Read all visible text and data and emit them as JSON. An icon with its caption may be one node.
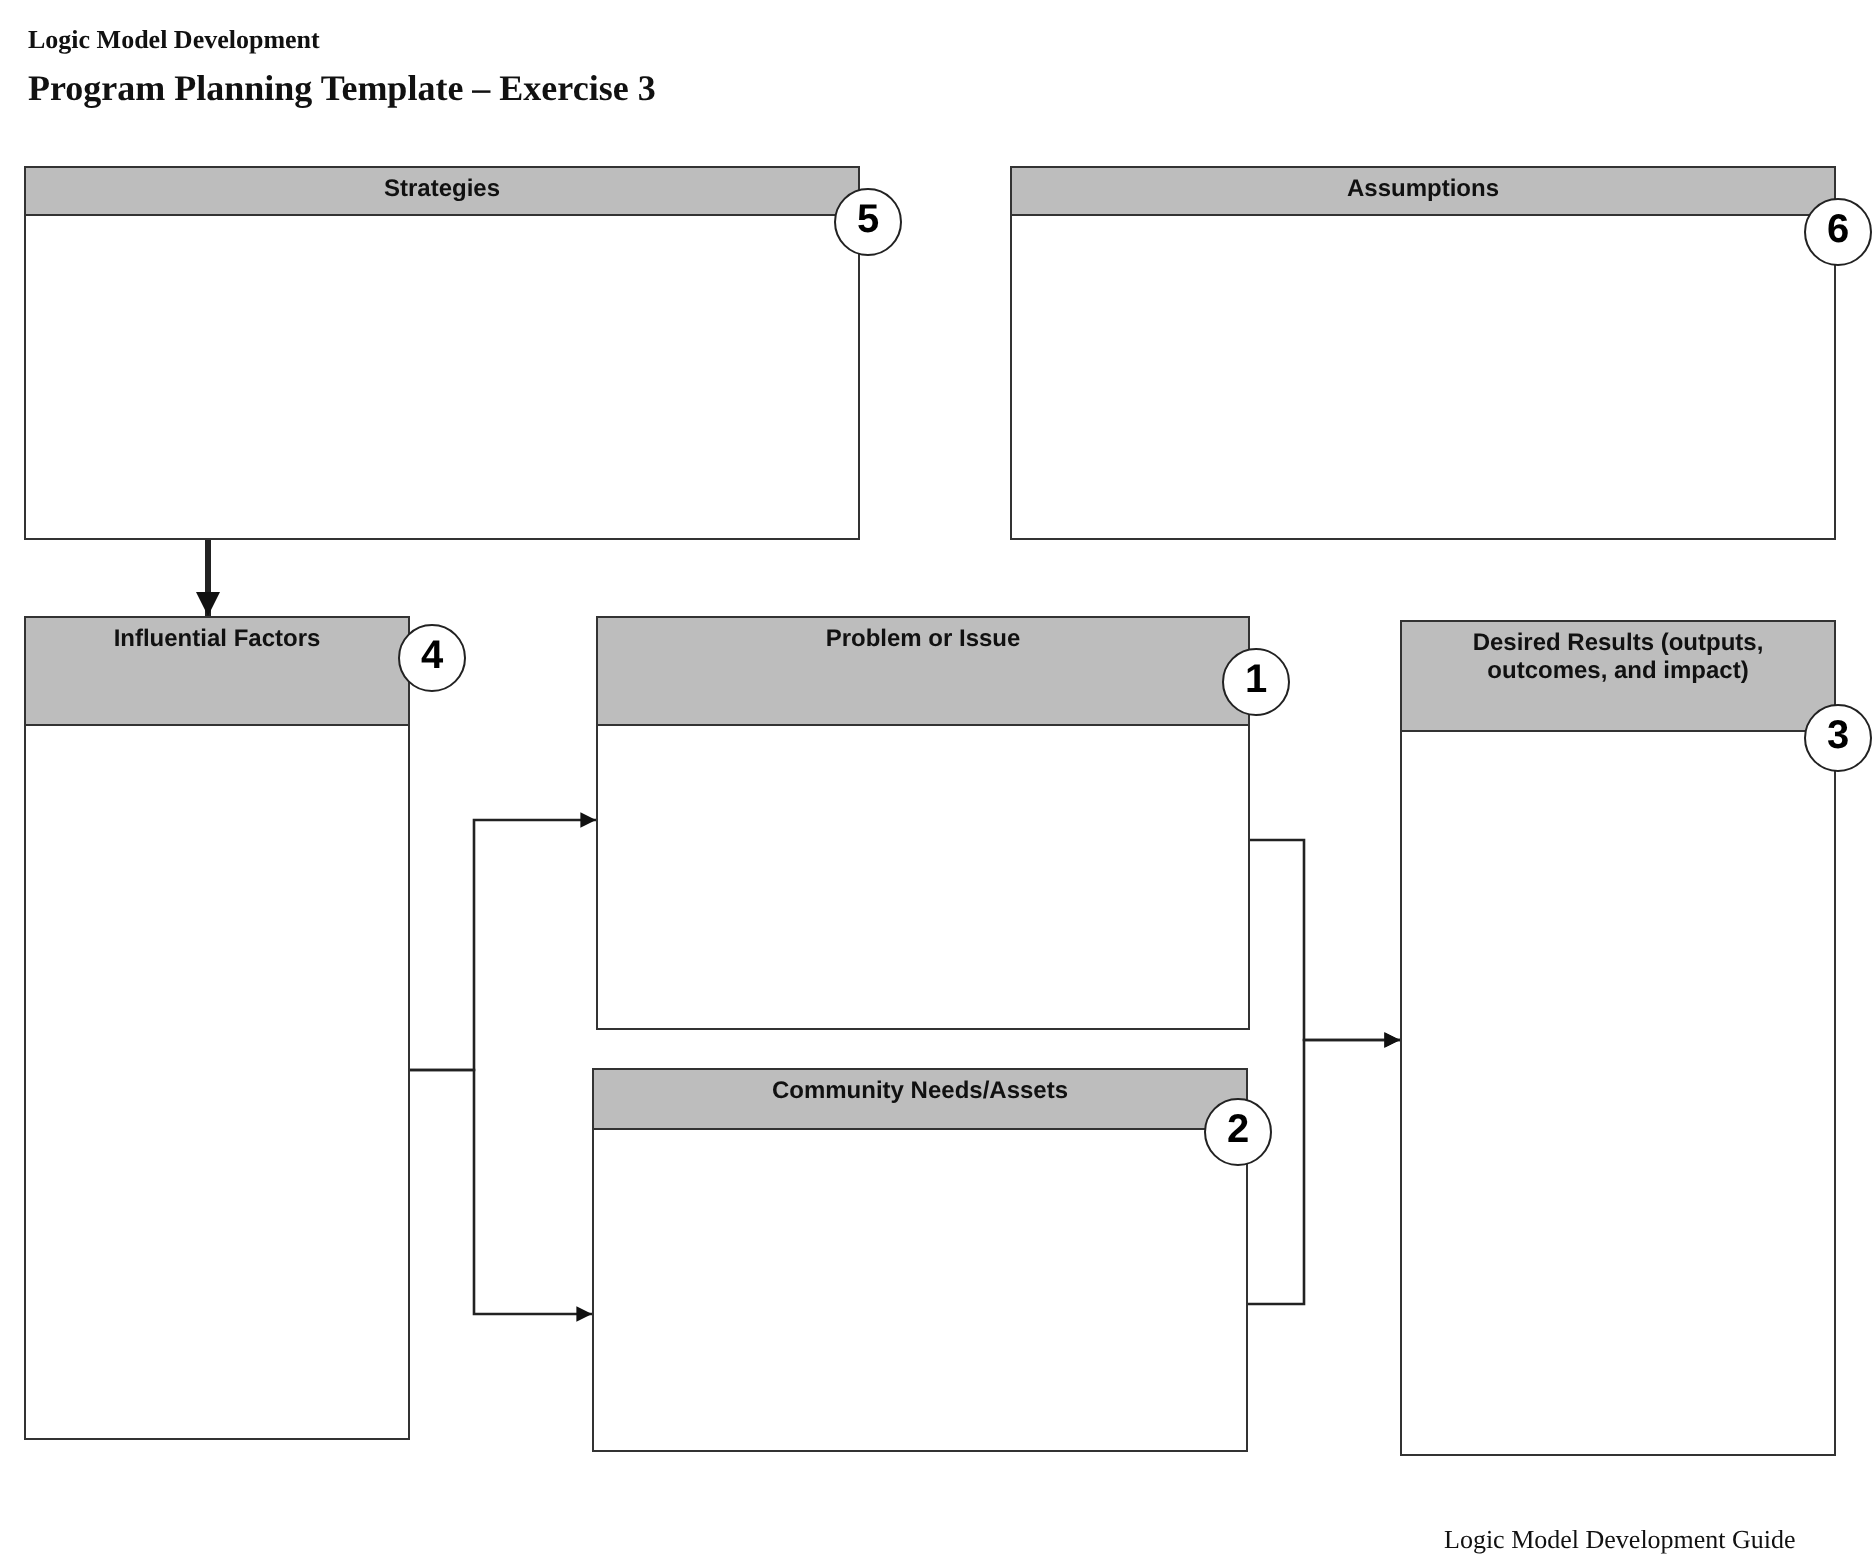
{
  "diagram": {
    "title": "Program Planning Template – Exercise 3",
    "nodes": [
      {
        "text": [
          "Strategies",
          "5"
        ]
      },
      {
        "text": [
          "Assumptions",
          "6"
        ]
      },
      {
        "text": [
          "Influential Factors",
          "4"
        ]
      },
      {
        "text": [
          "Problem or Issue",
          "1"
        ]
      },
      {
        "text": [
          "Community Needs/Assets",
          "2"
        ]
      },
      {
        "text": [
          "Desired Results (outputs, outcomes, and impact)",
          "3"
        ]
      }
    ],
    "edges": [
      {
        "from": 0,
        "to": 2,
        "arrow": "to",
        "style": "thick"
      },
      {
        "from": 2,
        "to": 3,
        "arrow": "to"
      },
      {
        "from": 2,
        "to": 4,
        "arrow": "to"
      },
      {
        "from": 3,
        "to": 5,
        "arrow": "to"
      },
      {
        "from": 4,
        "to": 5,
        "arrow": "to"
      }
    ],
    "labels": [
      "Logic Model Development",
      "Logic Model Development Guide"
    ]
  }
}
